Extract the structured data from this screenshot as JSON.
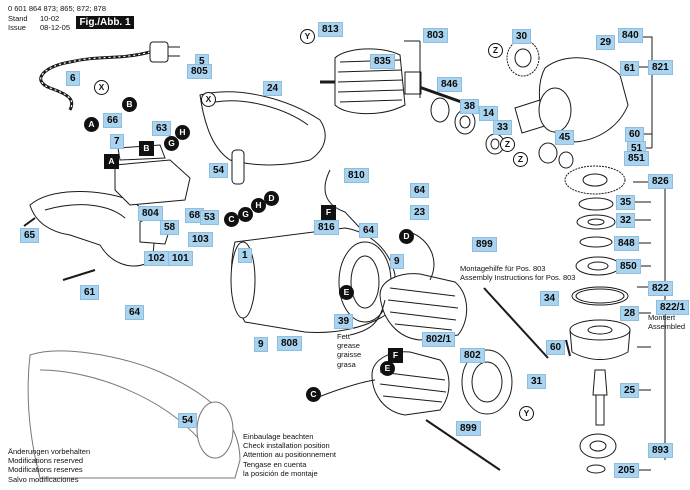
{
  "header": {
    "part_numbers": "0 601 864 873; 865; 872; 878",
    "stand_label": "Stand",
    "issue_label": "Issue",
    "stand_value": "10-02",
    "issue_value": "08-12-05",
    "figure_label": "Fig./Abb. 1"
  },
  "notes": {
    "changes": [
      "Änderungen vorbehalten",
      "Modifications reserved",
      "Modifications reserves",
      "Salvo modificaciones"
    ],
    "installation": [
      "Einbaulage beachten",
      "Check installation position",
      "Attention au positionnement",
      "Tengase en cuenta",
      "la posición de montaje"
    ],
    "assembly": [
      "Montagehilfe für Pos. 803",
      "Assembly Instructions for Pos. 803"
    ],
    "grease": [
      "Fett",
      "grease",
      "graisse",
      "grasa"
    ],
    "mounted": [
      "Montiert",
      "Assembled"
    ]
  },
  "part_tags": [
    "5",
    "805",
    "6",
    "66",
    "63",
    "7",
    "24",
    "54",
    "68",
    "53",
    "58",
    "64",
    "65",
    "804",
    "102",
    "101",
    "61",
    "103",
    "816",
    "810",
    "23",
    "64",
    "64",
    "9",
    "808",
    "39",
    "802/1",
    "802",
    "899",
    "899",
    "9",
    "813",
    "835",
    "803",
    "846",
    "38",
    "14",
    "33",
    "30",
    "29",
    "840",
    "61",
    "821",
    "60",
    "51",
    "851",
    "45",
    "826",
    "35",
    "32",
    "848",
    "850",
    "822",
    "822/1",
    "28",
    "34",
    "60",
    "25",
    "893",
    "205",
    "54",
    "1",
    "31"
  ],
  "circle_letters": [
    "X",
    "B",
    "A",
    "H",
    "G",
    "E",
    "D",
    "C",
    "F",
    "Y",
    "Z"
  ]
}
